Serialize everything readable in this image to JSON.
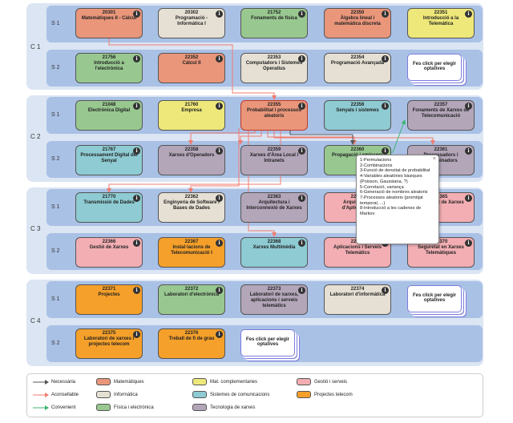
{
  "courses": {
    "c1": "C 1",
    "c2": "C 2",
    "c3": "C 3",
    "c4": "C 4"
  },
  "semesters": {
    "s1": "S 1",
    "s2": "S 2"
  },
  "subjects": {
    "s20301": {
      "code": "20301",
      "title": "Matemàtiques II - Càlcul"
    },
    "s20302": {
      "code": "20302",
      "title": "Programació - Informàtica I"
    },
    "s21752": {
      "code": "21752",
      "title": "Fonaments de física"
    },
    "s22350": {
      "code": "22350",
      "title": "Àlgebra lineal i matemàtica discreta"
    },
    "s22351": {
      "code": "22351",
      "title": "Introducció a la Telemàtica"
    },
    "s21756": {
      "code": "21756",
      "title": "Introducció a l'electrònica"
    },
    "s22352": {
      "code": "22352",
      "title": "Càlcul II"
    },
    "s22353": {
      "code": "22353",
      "title": "Computadors i Sistemes Operatius"
    },
    "s22354": {
      "code": "22354",
      "title": "Programació Avançada"
    },
    "s21048": {
      "code": "21048",
      "title": "Electrònica Digital"
    },
    "s21760": {
      "code": "21760",
      "title": "Empresa"
    },
    "s22355": {
      "code": "22355",
      "title": "Probabilitat i processos aleatoris"
    },
    "s22356": {
      "code": "22356",
      "title": "Senyals i sistemes"
    },
    "s22357": {
      "code": "22357",
      "title": "Fonaments de Xarxes de Telecomunicació"
    },
    "s21767": {
      "code": "21767",
      "title": "Processament Digital del Senyal"
    },
    "s22358": {
      "code": "22358",
      "title": "Xarxes d'Operadors"
    },
    "s22359": {
      "code": "22359",
      "title": "Xarxes d'Àrea Local i Intranets"
    },
    "s22360": {
      "code": "22360",
      "title": "Propagació i emissors"
    },
    "s22361": {
      "code": "22361",
      "title": "Processadors i Encaminadors"
    },
    "s21770": {
      "code": "21770",
      "title": "Transmissió de Dades"
    },
    "s22362": {
      "code": "22362",
      "title": "Enginyeria de Software i Bases de Dades"
    },
    "s22363": {
      "code": "22363",
      "title": "Arquitectura i Interconnexió de Xarxes"
    },
    "s22364": {
      "code": "22364",
      "title": "Arquitectura d'Aplicacions"
    },
    "s22365": {
      "code": "22365",
      "title": "Seguretat de Xarxes"
    },
    "s22366": {
      "code": "22366",
      "title": "Gestió de Xarxes"
    },
    "s22367": {
      "code": "22367",
      "title": "Instal·lacions de Telecomunicació I"
    },
    "s22368": {
      "code": "22368",
      "title": "Xarxes Multimèdia"
    },
    "s22369": {
      "code": "22369",
      "title": "Aplicacions i Serveis Telemàtics"
    },
    "s22370": {
      "code": "22370",
      "title": "Seguretat en Xarxes Telemàtiques"
    },
    "s22371": {
      "code": "22371",
      "title": "Projectes"
    },
    "s22372": {
      "code": "22372",
      "title": "Laboratori d'electrònica"
    },
    "s22373": {
      "code": "22373",
      "title": "Laboratori de xarxes, aplicacions i serveis telemàtics"
    },
    "s22374": {
      "code": "22374",
      "title": "Laboratori d'informàtica"
    },
    "s22375": {
      "code": "22375",
      "title": "Laboratori de xarxes i projectes telecom"
    },
    "s22376": {
      "code": "22376",
      "title": "Treball de fi de grau"
    }
  },
  "optatives_label": "Fes click per elegir optatives",
  "info_glyph": "i",
  "popup": {
    "close": "×",
    "items": [
      "1-Permutacions",
      "2-Combinacions",
      "3-Funció de densitat de probabilitat",
      "4-Variables aleatòries bàsiques (Poisson, Gaussiana, ?)",
      "5-Correlació, variança",
      "6-Generació de nombres aleatoris",
      "7-Processos aleatoris (promitjat temporal, ...)",
      "8-Introducció a les cadenes de Markov"
    ]
  },
  "legend": {
    "arrows": {
      "necessary": "Necessària",
      "advisable": "Aconsellable",
      "convenient": "Convenient"
    },
    "categories": {
      "mat": "Matemàtiques",
      "inf": "Informàtica",
      "fis": "Física i electrònica",
      "mcp": "Mat. complementaries",
      "sis": "Sistemes de comunicacions",
      "tec": "Tecnologia de xarxes",
      "ges": "Gestió i serveis",
      "prj": "Projectes telecom"
    }
  },
  "colors": {
    "mat": "#e9967a",
    "inf": "#e6e0d4",
    "fis": "#98c890",
    "mcp": "#eee87a",
    "sis": "#8ecbd2",
    "tec": "#b3a6b9",
    "ges": "#f2aeb3",
    "prj": "#f5a02a",
    "arrow_necessary": "#555555",
    "arrow_advisable": "#f07b6e",
    "arrow_convenient": "#3cb371"
  }
}
